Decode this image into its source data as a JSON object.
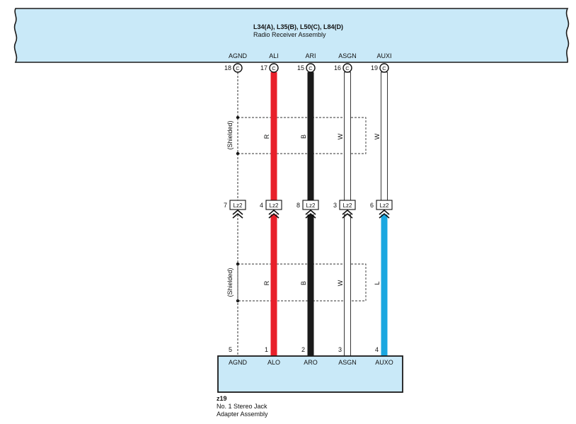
{
  "top_component": {
    "codes": "L34(A), L35(B), L50(C), L84(D)",
    "name": "Radio Receiver Assembly"
  },
  "bottom_component": {
    "code": "z19",
    "name_line1": "No.  1 Stereo Jack",
    "name_line2": "Adapter Assembly"
  },
  "connector_label": "Lz2",
  "shield_label": "(Shielded)",
  "wires": [
    {
      "top_signal": "AGND",
      "top_pin": "18",
      "top_conn": "C",
      "lz2_pin": "7",
      "upper_color": "",
      "lower_color": "",
      "bottom_pin": "5",
      "bottom_signal": "AGND",
      "upper_hex": "",
      "lower_hex": ""
    },
    {
      "top_signal": "ALI",
      "top_pin": "17",
      "top_conn": "C",
      "lz2_pin": "4",
      "upper_color": "R",
      "lower_color": "R",
      "bottom_pin": "1",
      "bottom_signal": "ALO",
      "upper_hex": "#e8202a",
      "lower_hex": "#e8202a"
    },
    {
      "top_signal": "ARI",
      "top_pin": "15",
      "top_conn": "C",
      "lz2_pin": "8",
      "upper_color": "B",
      "lower_color": "B",
      "bottom_pin": "2",
      "bottom_signal": "ARO",
      "upper_hex": "#1a1a1a",
      "lower_hex": "#1a1a1a"
    },
    {
      "top_signal": "ASGN",
      "top_pin": "16",
      "top_conn": "C",
      "lz2_pin": "3",
      "upper_color": "W",
      "lower_color": "W",
      "bottom_pin": "3",
      "bottom_signal": "ASGN",
      "upper_hex": "#ffffff",
      "lower_hex": "#ffffff"
    },
    {
      "top_signal": "AUXI",
      "top_pin": "19",
      "top_conn": "C",
      "lz2_pin": "6",
      "upper_color": "W",
      "lower_color": "L",
      "bottom_pin": "4",
      "bottom_signal": "AUXO",
      "upper_hex": "#ffffff",
      "lower_hex": "#1aa7e0"
    }
  ],
  "colors": {
    "component_fill": "#c9e9f8",
    "outline": "#1a1a1a"
  }
}
